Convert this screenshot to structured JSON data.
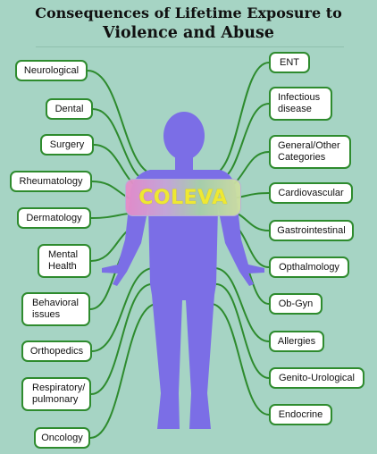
{
  "title": {
    "line1": "Consequences of Lifetime Exposure to",
    "line2": "Violence and Abuse"
  },
  "center_label": "COLEVA",
  "colors": {
    "background": "#a6d4c4",
    "figure": "#7b6ee6",
    "connector": "#2e8b2e",
    "center_text": "#f5ef2a"
  },
  "left_items": [
    {
      "label": "Neurological"
    },
    {
      "label": "Dental"
    },
    {
      "label": "Surgery"
    },
    {
      "label": "Rheumatology"
    },
    {
      "label": "Dermatology"
    },
    {
      "label": "Mental\nHealth"
    },
    {
      "label": "Behavioral\nissues"
    },
    {
      "label": "Orthopedics"
    },
    {
      "label": "Respiratory/\npulmonary"
    },
    {
      "label": "Oncology"
    }
  ],
  "right_items": [
    {
      "label": "ENT"
    },
    {
      "label": "Infectious\ndisease"
    },
    {
      "label": "General/Other\nCategories"
    },
    {
      "label": "Cardiovascular"
    },
    {
      "label": "Gastrointestinal"
    },
    {
      "label": "Opthalmology"
    },
    {
      "label": "Ob-Gyn"
    },
    {
      "label": "Allergies"
    },
    {
      "label": "Genito-Urological"
    },
    {
      "label": "Endocrine"
    }
  ]
}
